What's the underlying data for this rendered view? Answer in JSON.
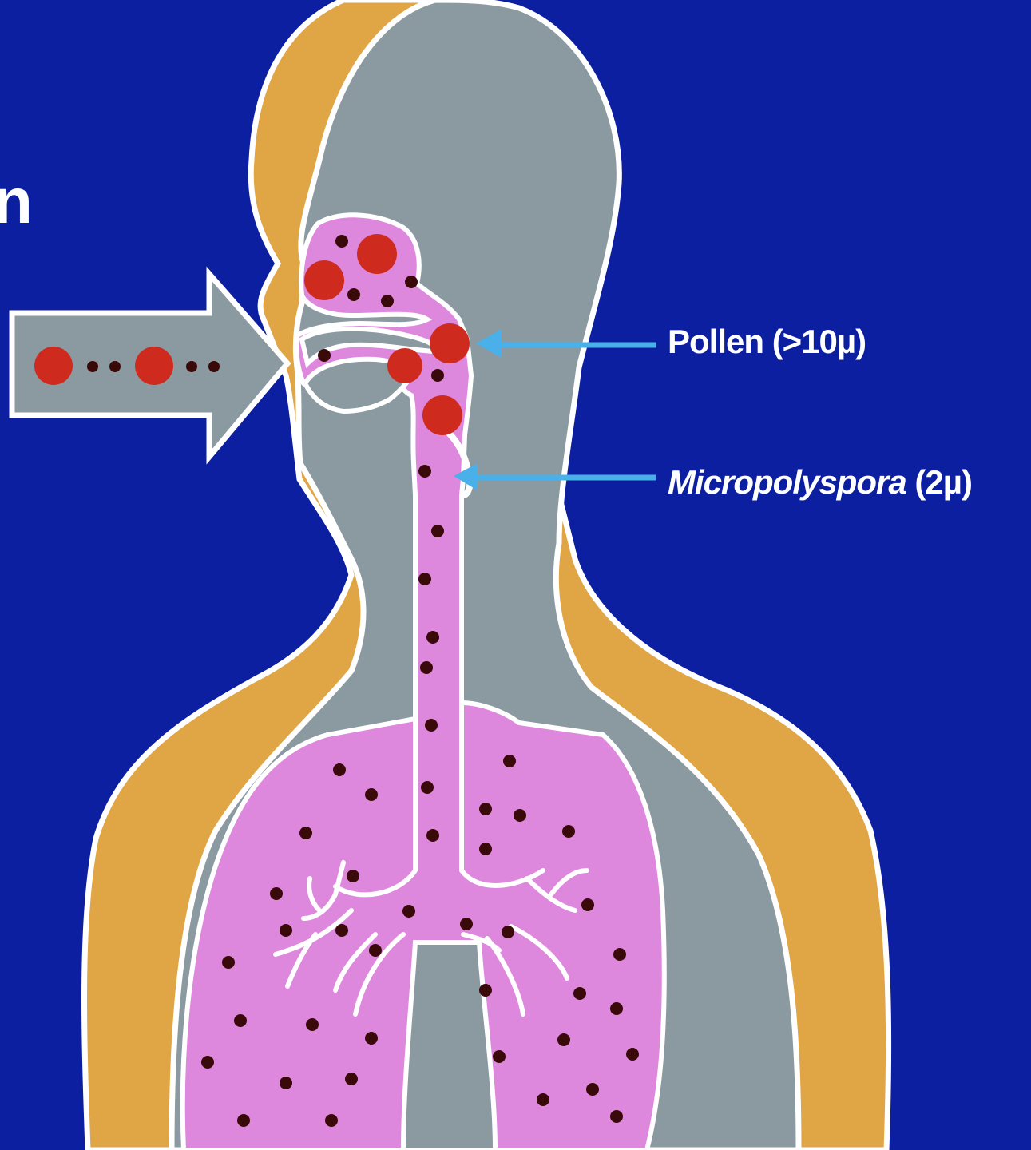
{
  "labels": {
    "pollen": "Pollen (>10µ)",
    "micropolyspora_name": "Micropolyspora",
    "micropolyspora_size": "(2µ)",
    "cut_letter": "n"
  },
  "colors": {
    "background": "#0b1fa0",
    "skin": "#e0a544",
    "body": "#8b9aa0",
    "airway": "#dd88dd",
    "pollen_particle": "#cf2a1e",
    "small_particle": "#3a0a0a",
    "pointer": "#4ab0ea",
    "outline": "#ffffff"
  },
  "icons": [
    "inhalation-arrow",
    "pollen-pointer-arrow",
    "micropolyspora-pointer-arrow"
  ]
}
